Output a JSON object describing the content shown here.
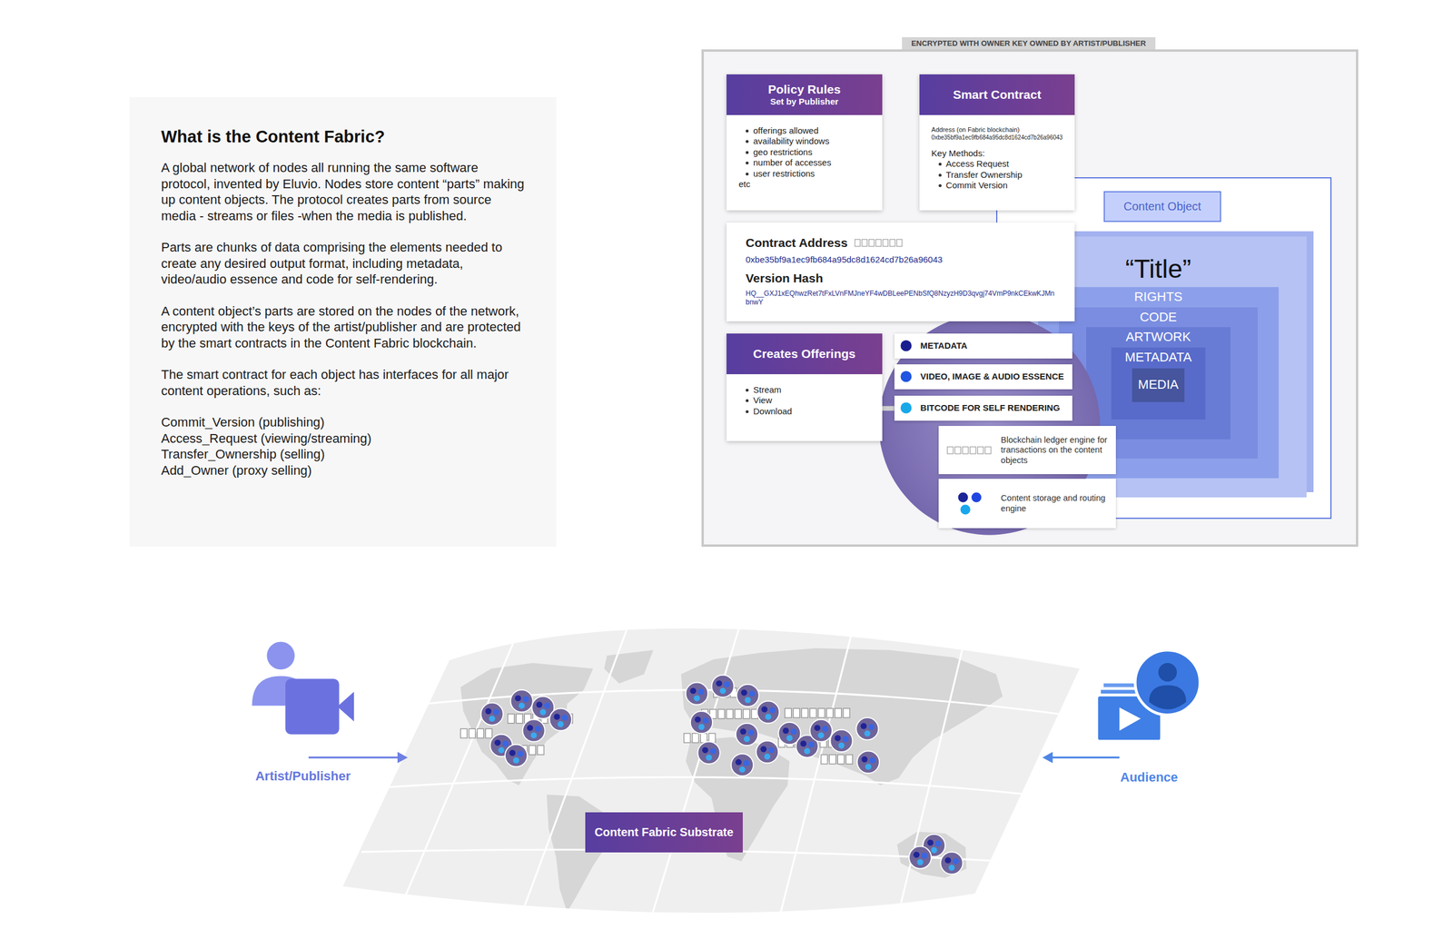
{
  "diagram": {
    "nodes": [
      {
        "text": [
          "What is the Content Fabric?",
          "A global network of nodes all running the same software protocol, invented by Eluvio. Nodes store content “parts” making up content objects. The protocol creates parts from source media - streams or files -when the media is published.",
          "Parts are chunks of data comprising the elements needed to create any desired output format, including metadata, video/audio essence and code for self-rendering.",
          "A content object’s parts are stored on the nodes of the network, encrypted with the keys of the artist/publisher and are protected by the smart contracts in the Content Fabric blockchain.",
          "The smart contract for each object has interfaces for all major content operations, such as:",
          "Commit_Version (publishing)",
          "Access_Request (viewing/streaming)",
          "Transfer_Ownership (selling)",
          "Add_Owner (proxy selling)"
        ]
      },
      {
        "text": [
          "ENCRYPTED WITH OWNER KEY OWNED BY ARTIST/PUBLISHER"
        ]
      },
      {
        "text": [
          "Policy Rules",
          "Set by Publisher",
          "offerings allowed",
          "availability windows",
          "geo restrictions",
          "number of accesses",
          "user restrictions",
          "etc"
        ],
        "in": 1
      },
      {
        "text": [
          "Smart Contract",
          "Address (on Fabric blockchain)",
          "0xbe35bf9a1ec9fb684a95dc8d1624cd7b26a96043",
          "Key Methods:",
          "Access Request",
          "Transfer Ownership",
          "Commit Version"
        ],
        "in": 1
      },
      {
        "text": [
          "Content Object"
        ],
        "in": 1
      },
      {
        "text": [
          "“Title”"
        ],
        "in": 4
      },
      {
        "text": [
          "RIGHTS"
        ],
        "in": 5
      },
      {
        "text": [
          "CODE"
        ],
        "in": 6
      },
      {
        "text": [
          "ARTWORK"
        ],
        "in": 7
      },
      {
        "text": [
          "METADATA"
        ],
        "in": 8
      },
      {
        "text": [
          "MEDIA"
        ],
        "in": 9
      },
      {
        "text": [
          "Contract Address",
          "0xbe35bf9a1ec9fb684a95dc8d1624cd7b26a96043",
          "Version Hash",
          "HQ__GXJ1xEQhwzRet7tFxLVnFMJneYF4wDBLeePENbSfQ8NzyzH9D3qvgj74VmP9nkCEkwKJMnbnwY"
        ],
        "in": 1
      },
      {
        "text": [
          "Creates Offerings",
          "Stream",
          "View",
          "Download"
        ],
        "in": 1
      },
      {
        "text": [
          "METADATA"
        ],
        "in": 1
      },
      {
        "text": [
          "VIDEO, IMAGE & AUDIO ESSENCE"
        ],
        "in": 1
      },
      {
        "text": [
          "BITCODE FOR SELF RENDERING"
        ],
        "in": 1
      },
      {
        "text": [
          "Blockchain ledger engine for transactions on the content objects"
        ],
        "in": 1
      },
      {
        "text": [
          "Content storage and routing engine"
        ],
        "in": 1
      },
      {
        "text": [
          "Content Fabric Substrate"
        ]
      }
    ],
    "edges": [
      {
        "from": 12,
        "to": 15,
        "arrow": "none"
      }
    ],
    "labels": [
      "Artist/Publisher",
      "Audience"
    ]
  }
}
